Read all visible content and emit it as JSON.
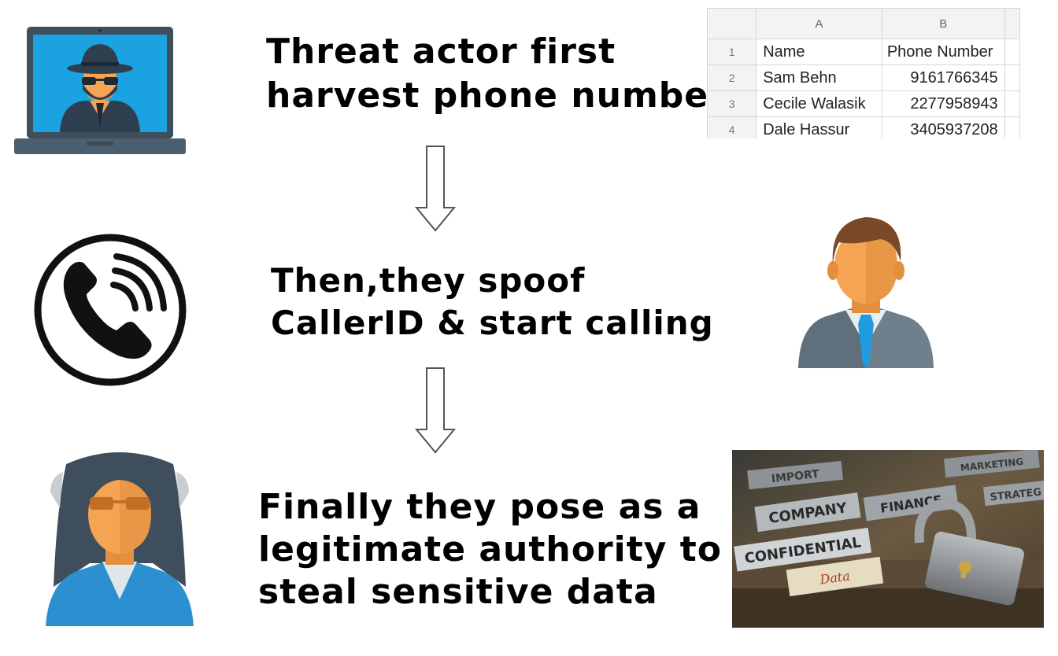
{
  "steps": [
    {
      "lines": [
        "Threat actor first",
        "harvest phone number"
      ]
    },
    {
      "lines": [
        "Then,they spoof",
        "CallerID & start calling"
      ]
    },
    {
      "lines": [
        "Finally they pose as a",
        "legitimate authority to",
        "steal sensitive data"
      ]
    }
  ],
  "spreadsheet": {
    "columns": [
      "A",
      "B"
    ],
    "rows": [
      {
        "num": "1",
        "a": "Name",
        "b": "Phone Number"
      },
      {
        "num": "2",
        "a": "Sam Behn",
        "b": "9161766345"
      },
      {
        "num": "3",
        "a": "Cecile Walasik",
        "b": "2277958943"
      },
      {
        "num": "4",
        "a": "Dale Hassur",
        "b": "3405937208"
      }
    ]
  },
  "folder_tabs": {
    "company": "COMPANY",
    "finance": "FINANCE",
    "confidential": "CONFIDENTIAL",
    "import": "IMPORT",
    "marketing": "MARKETING",
    "strategy": "STRATEG",
    "data": "Data"
  },
  "icons": {
    "hacker": "hacker-laptop-icon",
    "phone": "phone-call-icon",
    "victim": "businessman-icon",
    "scammer": "woman-avatar-icon",
    "folders": "confidential-folders-image"
  },
  "colors": {
    "laptop_frame": "#3e4e5c",
    "laptop_screen": "#1aa3e0",
    "skin": "#f5a453",
    "suit": "#5f6f7b",
    "tie": "#1f9be0",
    "hair": "#7a4a28"
  }
}
